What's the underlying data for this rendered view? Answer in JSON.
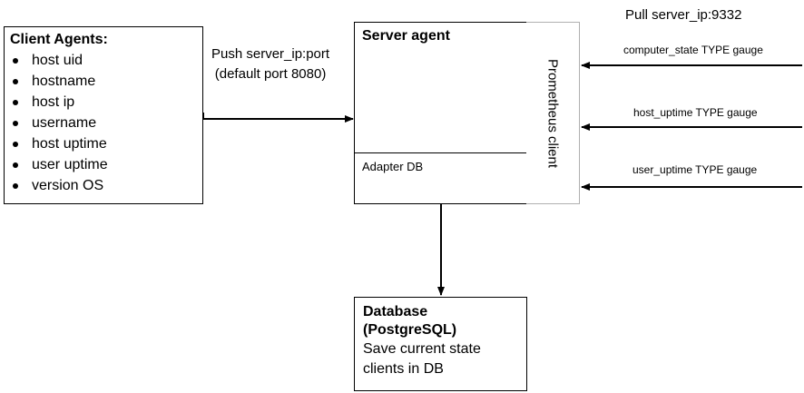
{
  "client_agents": {
    "title": "Client Agents:",
    "items": [
      "host uid",
      "hostname",
      "host ip",
      "username",
      "host uptime",
      "user uptime",
      "version OS"
    ]
  },
  "push_label": {
    "line1": "Push server_ip:port",
    "line2": "(default port 8080)"
  },
  "server_agent": {
    "title": "Server agent",
    "adapter": "Adapter DB"
  },
  "prometheus_client": "Prometheus client",
  "pull_label": "Pull server_ip:9332",
  "metrics": [
    "computer_state TYPE gauge",
    "host_uptime TYPE gauge",
    "user_uptime TYPE gauge"
  ],
  "database": {
    "title_line1": "Database",
    "title_line2": "(PostgreSQL)",
    "desc_line1": "Save current state",
    "desc_line2": "clients in DB"
  }
}
